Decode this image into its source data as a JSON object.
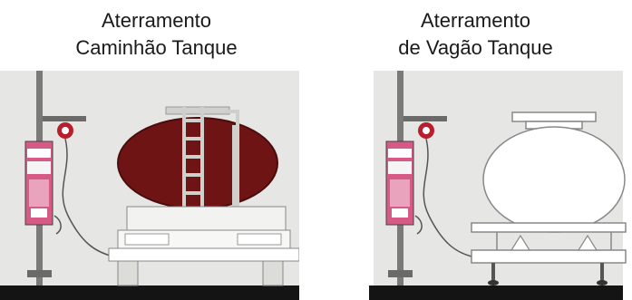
{
  "left_panel": {
    "title_line1": "Aterramento",
    "title_line2": "Caminhão Tanque"
  },
  "right_panel": {
    "title_line1": "Aterramento",
    "title_line2": "de Vagão Tanque"
  },
  "colors": {
    "tank_dark_red": "#6e1414",
    "pole_grey": "#7a7a78",
    "background_grey": "#e6e6e4",
    "ground_black": "#141414",
    "device_pink": "#d55a86",
    "clamp_red": "#b81e2c"
  }
}
